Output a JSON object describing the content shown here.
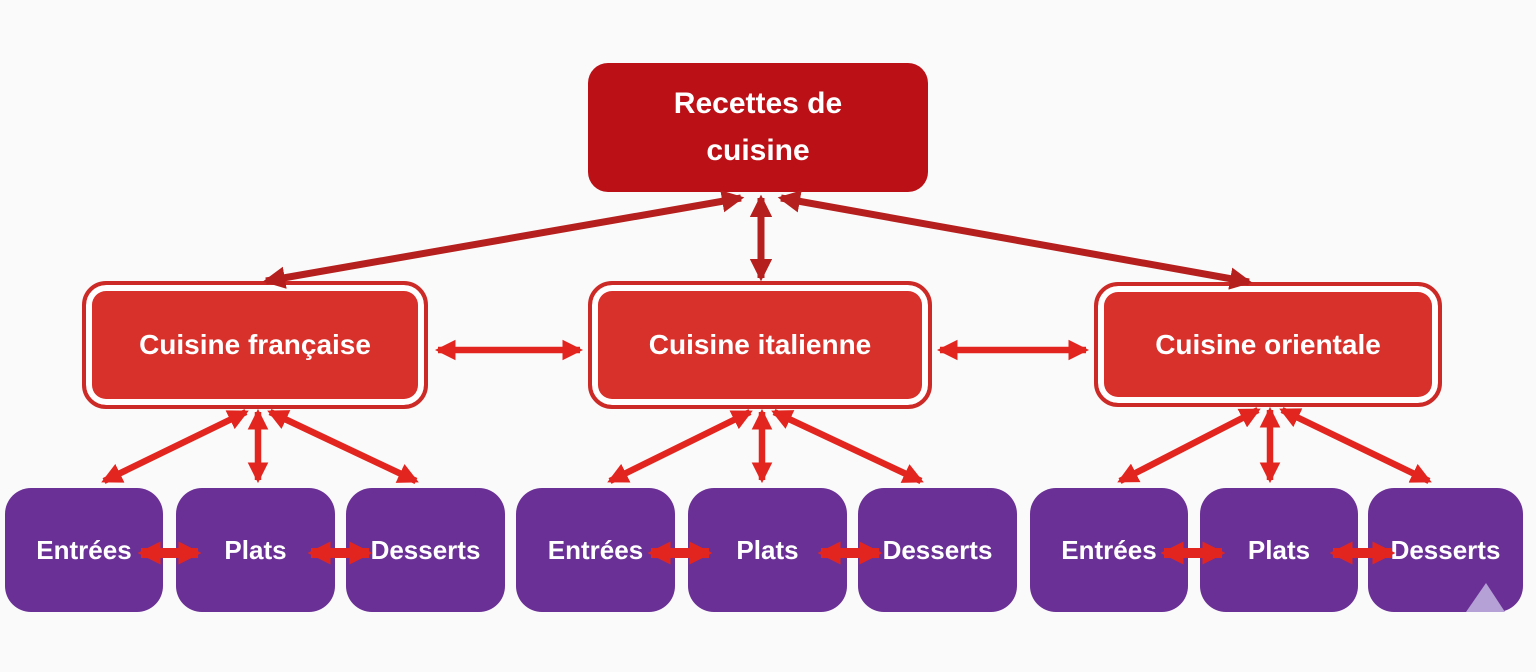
{
  "colors": {
    "bg": "#fbfafa",
    "root": "#bb1016",
    "arrow1": "#b5201e",
    "mid": "#d8302b",
    "midborder": "#cc2a26",
    "arrow2": "#e2261f",
    "leaf": "#6a3096",
    "fold": "#b5a1d5",
    "text": "#ffffff"
  },
  "root": {
    "label": "Recettes de cuisine"
  },
  "branches": [
    {
      "label": "Cuisine française",
      "children": [
        "Entrées",
        "Plats",
        "Desserts"
      ]
    },
    {
      "label": "Cuisine italienne",
      "children": [
        "Entrées",
        "Plats",
        "Desserts"
      ]
    },
    {
      "label": "Cuisine orientale",
      "children": [
        "Entrées",
        "Plats",
        "Desserts"
      ]
    }
  ]
}
